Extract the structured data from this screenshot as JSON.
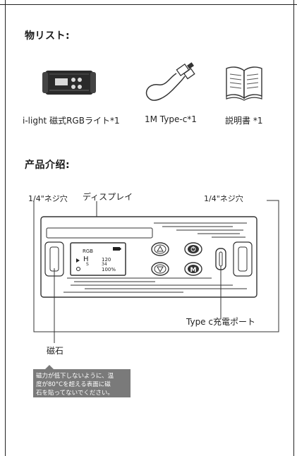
{
  "packing_list": {
    "heading": "物リスト:",
    "items": [
      {
        "label": "i-light 磁式RGBライト*1",
        "icon": "light-device-icon"
      },
      {
        "label": "1M Type-c*1",
        "icon": "usb-cable-icon"
      },
      {
        "label": "説明書 *1",
        "icon": "open-book-icon"
      }
    ]
  },
  "product_intro": {
    "heading": "产品介绍:",
    "labels": {
      "screw_left": "1/4\"ネジ穴",
      "display": "ディスプレイ",
      "screw_right": "1/4\"ネジ穴",
      "type_c": "Type c充電ポート",
      "magnet": "磁石"
    },
    "display_screen": {
      "mode": "RGB",
      "row_h_letter": "H",
      "row_h_value": "120",
      "row_s_letter": "S",
      "row_s_value": "34",
      "brightness": "100%"
    },
    "note_lines": [
      "磁力が低下しないように、温",
      "度が80°Cを超える表面に磁",
      "石を貼ってないでください。"
    ]
  }
}
